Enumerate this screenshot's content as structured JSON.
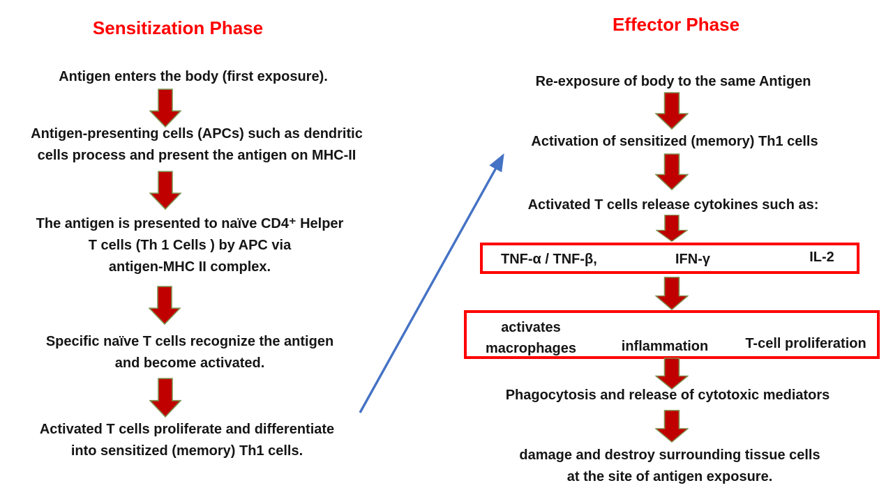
{
  "colors": {
    "title_red": "#ff0000",
    "arrow_fill": "#c00000",
    "arrow_stroke": "#7f9150",
    "box_border": "#ff0000",
    "blue_arrow": "#4472c4",
    "text_color": "#151515"
  },
  "left_column": {
    "title": "Sensitization Phase",
    "steps": [
      "Antigen enters the body (first exposure).",
      "Antigen-presenting cells (APCs) such as dendritic\ncells process and present the antigen on MHC-II",
      "The antigen is presented to naïve CD4⁺ Helper\nT cells (Th 1 Cells ) by APC via\nantigen-MHC II complex.",
      "Specific naïve T cells recognize the antigen\nand become activated.",
      "Activated T cells proliferate and differentiate\ninto sensitized (memory) Th1 cells."
    ]
  },
  "right_column": {
    "title": "Effector Phase",
    "steps": [
      "Re-exposure of body to the same Antigen",
      "Activation of sensitized (memory) Th1 cells",
      "Activated T cells release cytokines such as:",
      "Phagocytosis and release of cytotoxic mediators",
      "damage and destroy surrounding tissue cells\nat the site of antigen exposure."
    ],
    "cytokine_box": {
      "items": [
        "TNF-α / TNF-β,",
        "IFN-γ",
        "IL-2"
      ]
    },
    "effects_box": {
      "items": [
        "activates\nmacrophages",
        "inflammation",
        "T-cell proliferation"
      ]
    }
  }
}
